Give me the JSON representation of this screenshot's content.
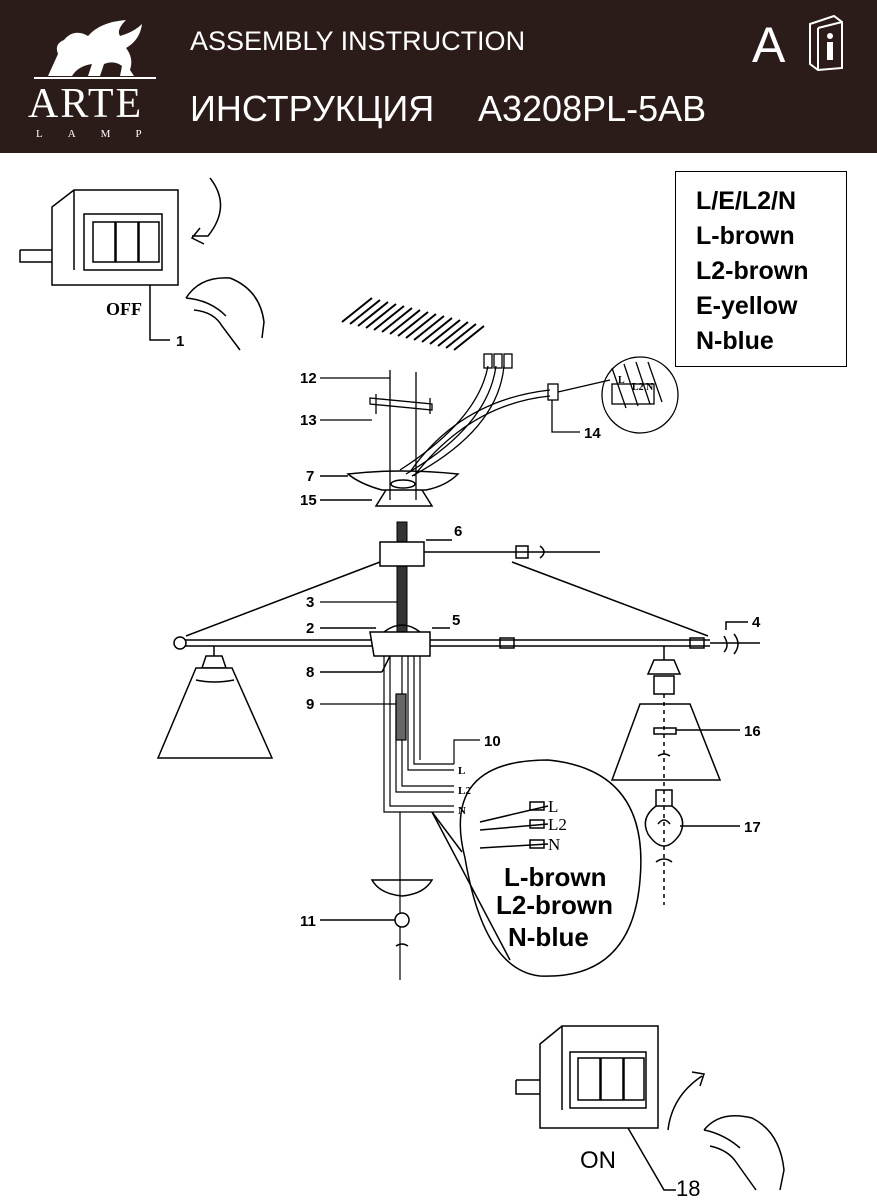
{
  "header": {
    "brand": "ARTE",
    "brand_sub": "LAMP",
    "title_en": "ASSEMBLY INSTRUCTION",
    "title_ru": "ИНСТРУКЦИЯ",
    "model": "A3208PL-5AB",
    "lang_badge": "A",
    "info_icon": "book-info-icon",
    "logo_icon": "griffin-logo-icon"
  },
  "legend": {
    "lines": [
      "L/E/L2/N",
      "L-brown",
      "L2-brown",
      "E-yellow",
      "N-blue"
    ]
  },
  "switch_off": {
    "label": "OFF",
    "number": "1"
  },
  "switch_on": {
    "label": "ON",
    "number": "18"
  },
  "callouts": {
    "n2": "2",
    "n3": "3",
    "n4": "4",
    "n5": "5",
    "n6": "6",
    "n7": "7",
    "n8": "8",
    "n9": "9",
    "n10": "10",
    "n11": "11",
    "n12": "12",
    "n13": "13",
    "n14": "14",
    "n15": "15",
    "n16": "16",
    "n17": "17"
  },
  "terminal_block": {
    "l": "L",
    "l2": "L2",
    "n": "N"
  },
  "wire_tags": {
    "l": "L",
    "l2": "L2",
    "n": "N"
  },
  "zoom": {
    "l": "L",
    "l2": "L2",
    "n": "N",
    "line1": "L-brown",
    "line2": "L2-brown",
    "line3": "N-blue"
  }
}
